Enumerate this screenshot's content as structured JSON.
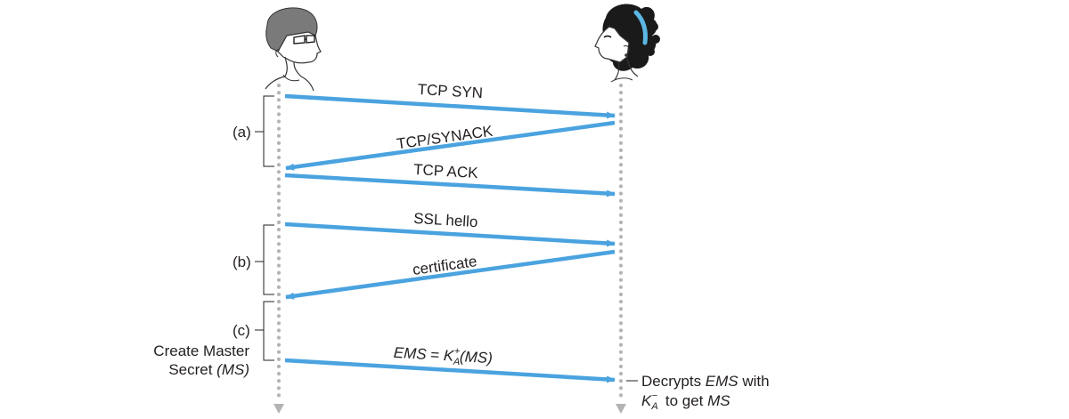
{
  "messages": {
    "tcp_syn": "TCP SYN",
    "tcp_synack": "TCP/SYNACK",
    "tcp_ack": "TCP ACK",
    "ssl_hello": "SSL hello",
    "certificate": "certificate",
    "ems": {
      "lhs": "EMS",
      "eq": " = ",
      "key": "K",
      "sub": "A",
      "sup": "+",
      "arg": "(MS)"
    }
  },
  "phases": {
    "a": "(a)",
    "b": "(b)",
    "c": "(c)",
    "create_line1": "Create Master",
    "create_line2_text": "Secret ",
    "create_line2_italic": "(MS)"
  },
  "note": {
    "line1_text": "Decrypts ",
    "line1_italic": "EMS",
    "line1_tail": " with",
    "key": "K",
    "sub": "A",
    "sup": "−",
    "line2_tail": " to get ",
    "line2_italic": "MS"
  },
  "colors": {
    "arrow": "#4aa3df",
    "lifeline": "#b3b3b3",
    "text": "#231f20",
    "hairband": "#5bb6e3"
  },
  "icons": {
    "client": "man-avatar-icon",
    "server": "woman-avatar-icon"
  }
}
